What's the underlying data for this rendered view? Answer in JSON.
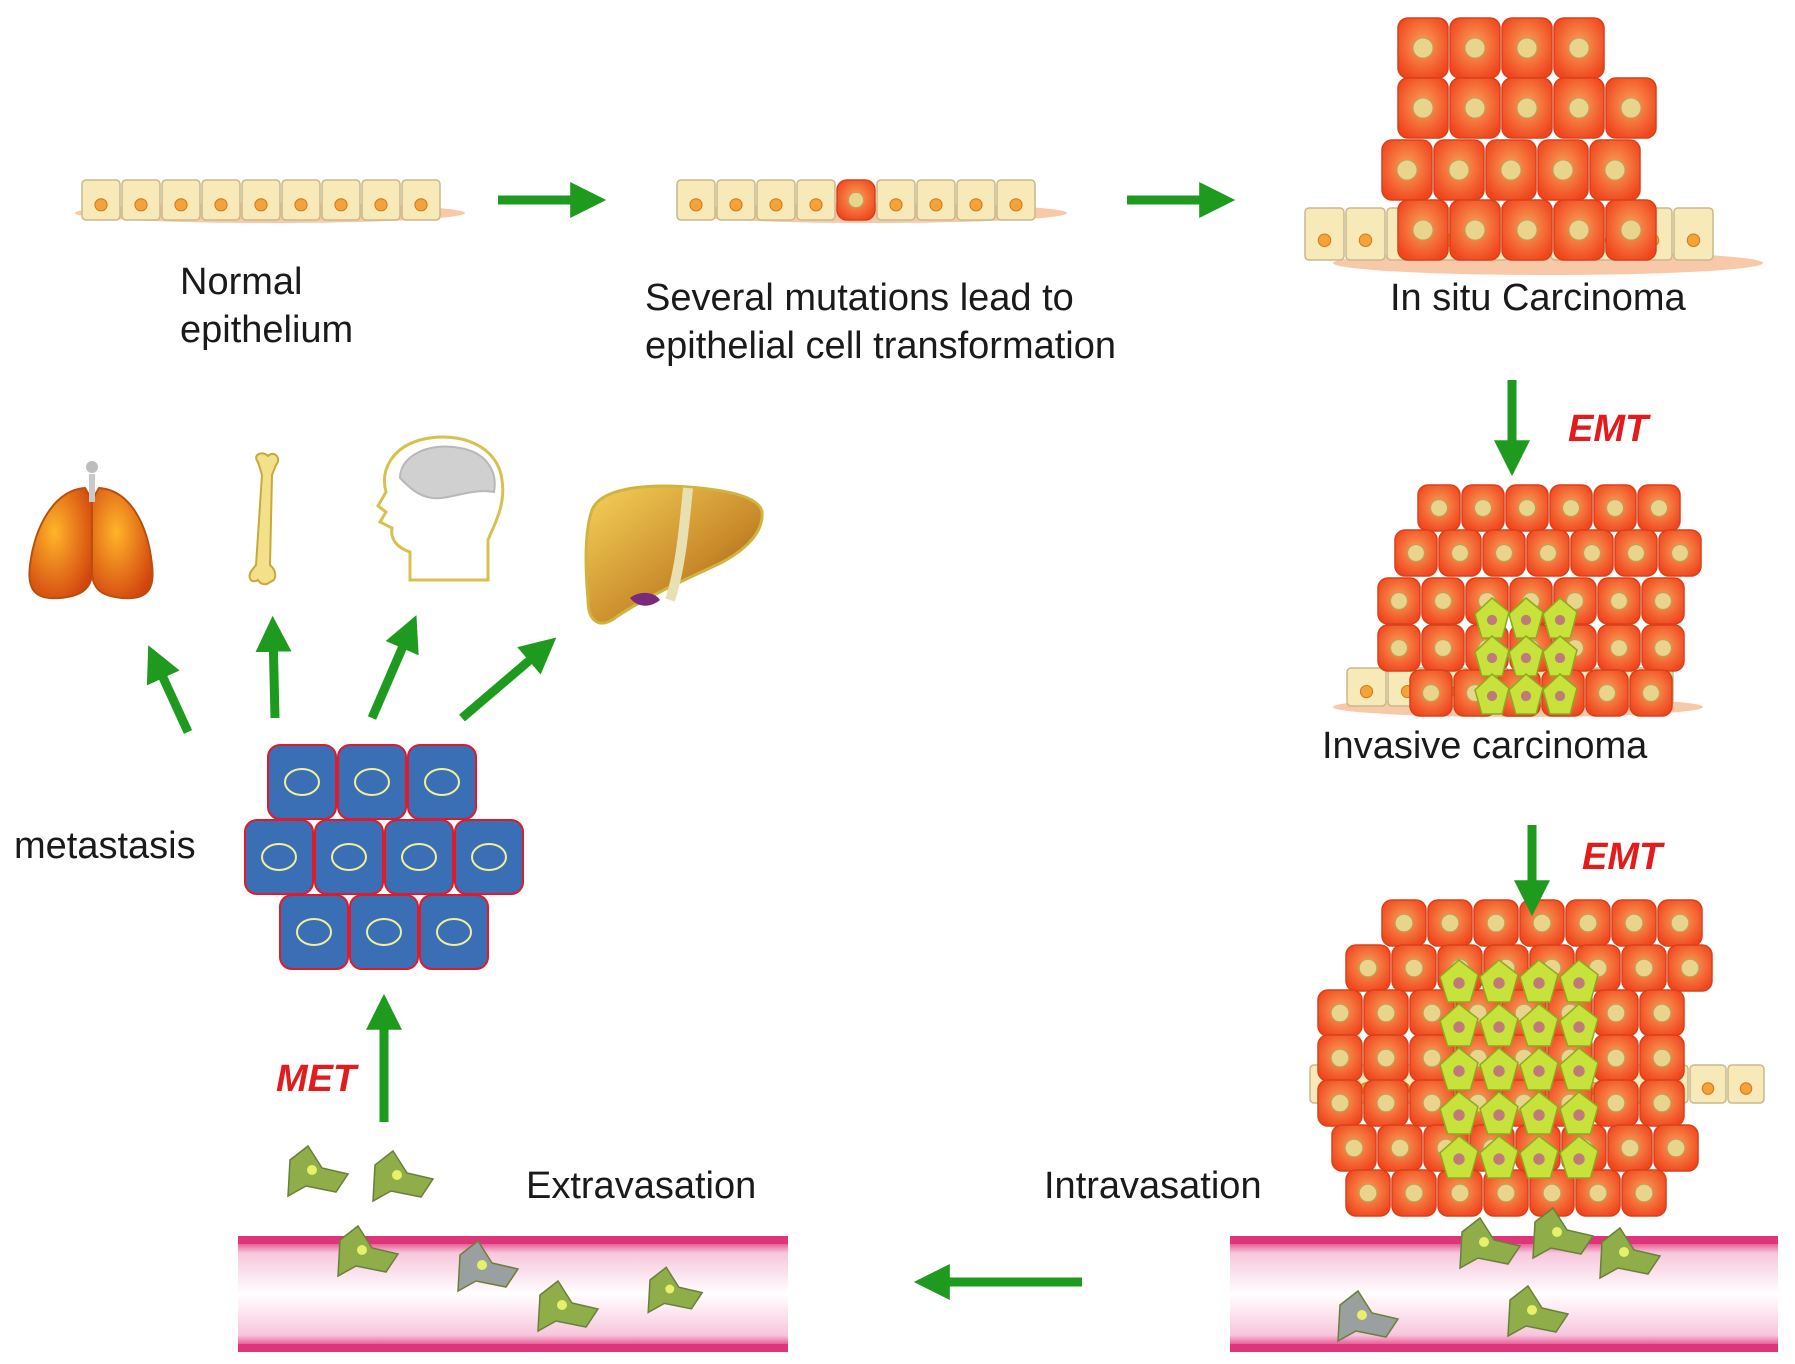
{
  "labels": {
    "normal_line1": "Normal",
    "normal_line2": "epithelium",
    "mutations_line1": "Several mutations lead to",
    "mutations_line2": "epithelial cell transformation",
    "in_situ": "In situ Carcinoma",
    "invasive": "Invasive carcinoma",
    "metastasis": "metastasis",
    "extravasation": "Extravasation",
    "intravasation": "Intravasation",
    "emt_1": "EMT",
    "emt_2": "EMT",
    "met": "MET"
  },
  "colors": {
    "arrow": "#1e9a1e",
    "emt_text": "#e21c1c",
    "normal_cell": "#f7e9b8",
    "tumor_cell": "#f4622a",
    "mesenchymal": "#c7e23a",
    "metastatic_cell": "#3a6fb5",
    "vessel": "#e0347a"
  },
  "organs": [
    "lung-icon",
    "bone-icon",
    "brain-icon",
    "liver-icon"
  ]
}
